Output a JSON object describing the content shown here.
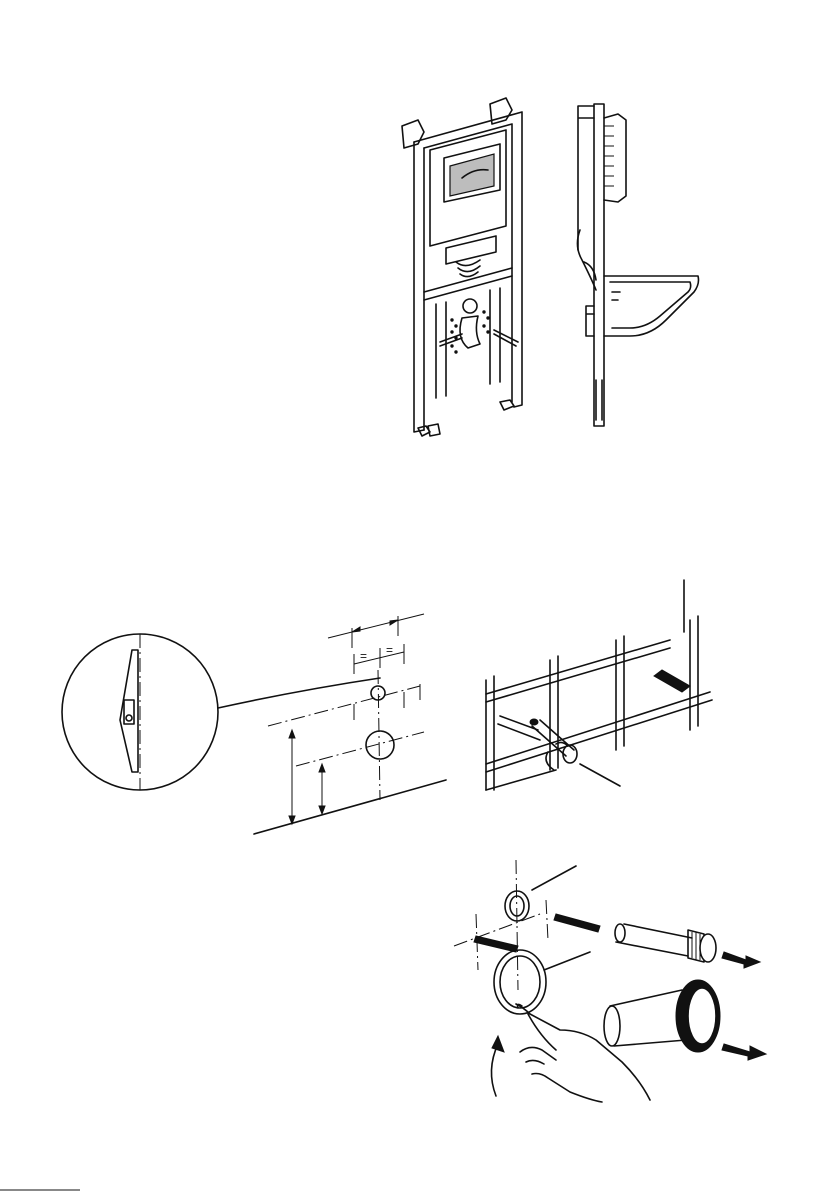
{
  "figures": [
    {
      "id": "frame-front-view"
    },
    {
      "id": "frame-side-view"
    },
    {
      "id": "level-magnifier"
    },
    {
      "id": "wall-marking-dimensions",
      "symbols": [
        "=",
        "="
      ]
    },
    {
      "id": "tiled-wall-bolts"
    },
    {
      "id": "pipe-connection-assembly"
    }
  ],
  "colors": {
    "line": "#111111",
    "paper": "#ffffff",
    "shade": "#bdbdbd"
  }
}
